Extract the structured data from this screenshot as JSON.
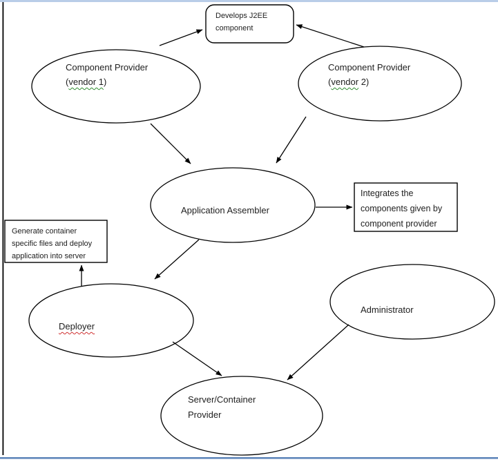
{
  "colors": {
    "top_border": "#b9cde8",
    "bottom_border": "#5a82b8",
    "canvas_edge": "#000000",
    "shape_stroke": "#000000",
    "text": "#202020",
    "spellcheck_green": "#2e8b2e",
    "spellcheck_red": "#d03030"
  },
  "nodes": {
    "develops_box": {
      "line1": "Develops J2EE",
      "line2": "component"
    },
    "vendor1": {
      "line1": "Component Provider",
      "paren_open": "(",
      "wavy": "vendor 1",
      "paren_close": ")"
    },
    "vendor2": {
      "line1": "Component Provider",
      "paren_open": "(",
      "wavy": "vendor",
      "tail": " 2)"
    },
    "assembler": {
      "line1": "Application Assembler"
    },
    "integrates_box": {
      "line1": "Integrates the",
      "line2": "components given by",
      "line3": "component provider"
    },
    "generate_box": {
      "line1": "Generate container",
      "line2": "specific files and deploy",
      "line3": "application into server"
    },
    "deployer": {
      "wavy": "Deployer"
    },
    "administrator": {
      "line1": "Administrator"
    },
    "server_provider": {
      "line1": "Server/Container",
      "line2": "Provider"
    }
  },
  "edges": [
    {
      "from": "vendor1",
      "to": "develops_box"
    },
    {
      "from": "vendor2",
      "to": "develops_box"
    },
    {
      "from": "vendor1",
      "to": "assembler"
    },
    {
      "from": "vendor2",
      "to": "assembler"
    },
    {
      "from": "assembler",
      "to": "integrates_box"
    },
    {
      "from": "assembler",
      "to": "deployer"
    },
    {
      "from": "deployer",
      "to": "generate_box"
    },
    {
      "from": "deployer",
      "to": "server_provider"
    },
    {
      "from": "administrator",
      "to": "server_provider"
    }
  ]
}
